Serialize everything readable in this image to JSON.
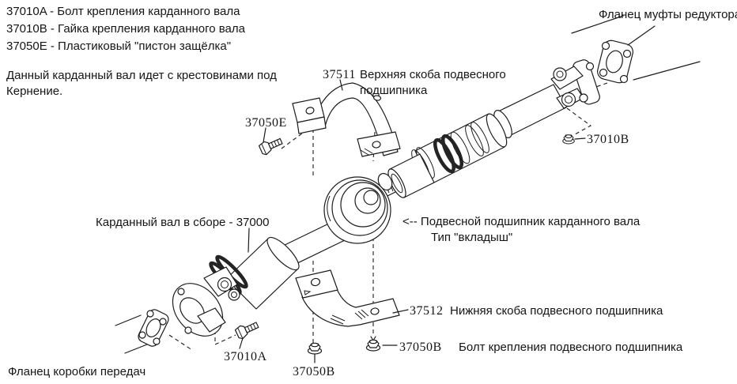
{
  "notes": {
    "line1": "37010A - Болт крепления карданного вала",
    "line2": "37010B - Гайка крепления карданного вала",
    "line3": "37050E - Пластиковый \"пистон защёлка\"",
    "paragraph": "Данный карданный вал идет с крестовинами под Кернение."
  },
  "callouts": {
    "rear_flange": "Фланец муфты редуктора",
    "upper_bracket_num": "37511",
    "upper_bracket_text": "Верхняя скоба подвесного подшипника",
    "plastic_pin_num": "37050E",
    "nut_num": "37010B",
    "assembly": "Карданный вал в сборе - 37000",
    "bearing_line1": "<-- Подвесной подшипник карданного вала",
    "bearing_line2": "Тип \"вкладыш\"",
    "lower_bracket_num": "37512",
    "lower_bracket_text": "Нижняя скоба подвесного подшипника",
    "bolt_b_num_right": "37050B",
    "bolt_b_text": "Болт крепления подвесного подшипника",
    "bolt_b_num_bottom": "37050B",
    "bolt_a_num": "37010A",
    "front_flange": "Фланец коробки передач"
  },
  "colors": {
    "line": "#1c1c1c",
    "background": "#ffffff"
  }
}
